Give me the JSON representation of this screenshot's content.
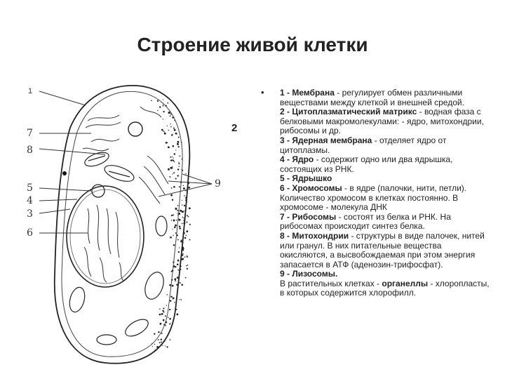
{
  "title": "Строение живой клетки",
  "side_number": "2",
  "diagram_labels": [
    "1",
    "7",
    "8",
    "5",
    "4",
    "3",
    "6",
    "9"
  ],
  "bullet": "•",
  "descriptions": [
    {
      "key": "1 - Мембрана",
      "text": " - регулирует обмен различными веществами между клеткой и внешней средой."
    },
    {
      "key": "2 - Цитоплазматический матрикс",
      "text": " - водная фаза с белковыми макромолекулами: - ядро, митохондрии, рибосомы и др."
    },
    {
      "key": "3 - Ядерная мембрана",
      "text": " - отделяет ядро от цитоплазмы."
    },
    {
      "key": "4 - Ядро",
      "text": " - содержит одно или два ядрышка, состоящих из РНК."
    },
    {
      "key": "5 - Ядрышко",
      "text": ""
    },
    {
      "key": "6 - Хромосомы",
      "text": " - в ядре (палочки, нити, петли). Количество хромосом в клетках постоянно. В хромосоме - молекула ДНК"
    },
    {
      "key": "7 - Рибосомы",
      "text": " - состоят из белка и РНК. На рибосомах происходит синтез белка."
    },
    {
      "key": "8 - Митохондрии",
      "text": " - структуры в виде палочек, нитей или гранул. В них питательные вещества окисляются, а высвобождаемая при этом энергия запасается в АТФ (аденозин-трифосфат)."
    },
    {
      "key": "9 - Лизосомы.",
      "text": ""
    },
    {
      "key": "",
      "text": "В растительных клетках - "
    },
    {
      "key": "органеллы",
      "text": " - хлоропласты, в которых содержится хлорофилл."
    }
  ]
}
